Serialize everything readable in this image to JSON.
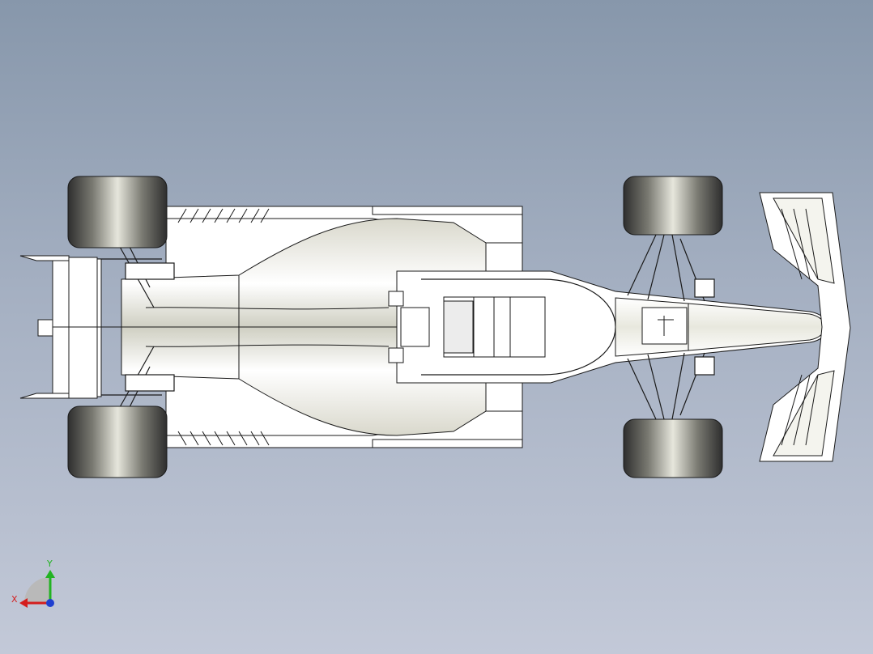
{
  "viewport": {
    "model_name": "",
    "view": "top"
  },
  "triad": {
    "x_label": "X",
    "y_label": "Y",
    "x_color": "#d41e1e",
    "y_color": "#22b322",
    "z_color": "#1f3fd0"
  },
  "colors": {
    "background_top": "#8797ab",
    "background_bottom": "#c3c9d8",
    "body_fill": "#ffffff",
    "edge": "#1a1a1a",
    "tire": "#4a4a4a"
  }
}
